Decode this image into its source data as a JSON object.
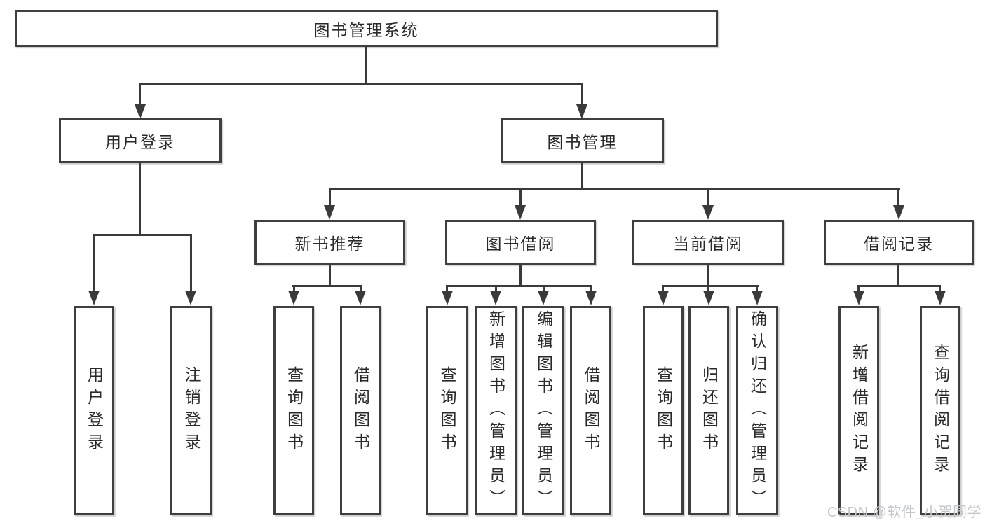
{
  "tree": {
    "root": "图书管理系统",
    "branches": [
      {
        "label": "用户登录",
        "leaves": [
          "用户登录",
          "注销登录"
        ]
      },
      {
        "label": "图书管理",
        "groups": [
          {
            "label": "新书推荐",
            "leaves": [
              "查询图书",
              "借阅图书"
            ]
          },
          {
            "label": "图书借阅",
            "leaves": [
              "查询图书",
              "新增图书（管理员）",
              "编辑图书（管理员）",
              "借阅图书"
            ]
          },
          {
            "label": "当前借阅",
            "leaves": [
              "查询图书",
              "归还图书",
              "确认归还（管理员）"
            ]
          },
          {
            "label": "借阅记录",
            "leaves": [
              "新增借阅记录",
              "查询借阅记录"
            ]
          }
        ]
      }
    ]
  },
  "watermark": {
    "text": "CSDN @软件_小贺同学",
    "color": "#c3c7cd"
  },
  "colors": {
    "line": "#3a3a3a",
    "box_border": "#3f3f3f",
    "box_fill": "#ffffff",
    "text": "#2a2a2a",
    "background": "#ffffff"
  }
}
